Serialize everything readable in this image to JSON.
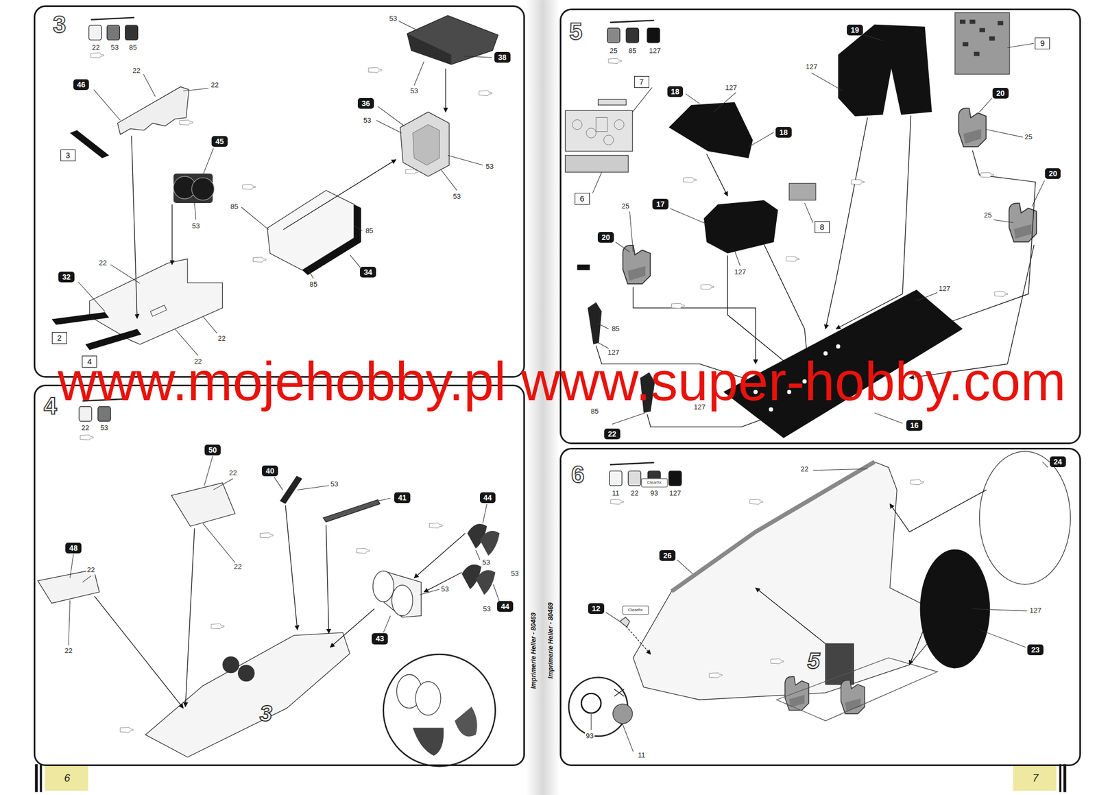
{
  "diagram": {
    "nodes": [
      {
        "text": [
          "3"
        ]
      },
      {
        "text": [
          "46"
        ],
        "in": 0
      },
      {
        "text": [
          "38"
        ],
        "in": 0
      },
      {
        "text": [
          "36"
        ],
        "in": 0
      },
      {
        "text": [
          "45"
        ],
        "in": 0
      },
      {
        "text": [
          "3"
        ],
        "in": 0
      },
      {
        "text": [
          "34"
        ],
        "in": 0
      },
      {
        "text": [
          "32"
        ],
        "in": 0
      },
      {
        "text": [
          "2"
        ],
        "in": 0
      },
      {
        "text": [
          "4"
        ],
        "in": 0
      },
      {
        "text": [
          "4"
        ]
      },
      {
        "text": [
          "50"
        ],
        "in": 10
      },
      {
        "text": [
          "40"
        ],
        "in": 10
      },
      {
        "text": [
          "41"
        ],
        "in": 10
      },
      {
        "text": [
          "44"
        ],
        "in": 10
      },
      {
        "text": [
          "48"
        ],
        "in": 10
      },
      {
        "text": [
          "44"
        ],
        "in": 10
      },
      {
        "text": [
          "43"
        ],
        "in": 10
      },
      {
        "text": [
          "5"
        ]
      },
      {
        "text": [
          "19"
        ],
        "in": 18
      },
      {
        "text": [
          "9"
        ],
        "in": 18
      },
      {
        "text": [
          "7"
        ],
        "in": 18
      },
      {
        "text": [
          "18"
        ],
        "in": 18
      },
      {
        "text": [
          "20"
        ],
        "in": 18
      },
      {
        "text": [
          "18"
        ],
        "in": 18
      },
      {
        "text": [
          "20"
        ],
        "in": 18
      },
      {
        "text": [
          "6"
        ],
        "in": 18
      },
      {
        "text": [
          "17"
        ],
        "in": 18
      },
      {
        "text": [
          "8"
        ],
        "in": 18
      },
      {
        "text": [
          "20"
        ],
        "in": 18
      },
      {
        "text": [
          "22"
        ],
        "in": 18
      },
      {
        "text": [
          "16"
        ],
        "in": 18
      },
      {
        "text": [
          "6"
        ]
      },
      {
        "text": [
          "24"
        ],
        "in": 32
      },
      {
        "text": [
          "26"
        ],
        "in": 32
      },
      {
        "text": [
          "12"
        ],
        "in": 32
      },
      {
        "text": [
          "23"
        ],
        "in": 32
      }
    ],
    "labels": [
      "22",
      "53",
      "85",
      "53",
      "22",
      "22",
      "53",
      "53",
      "53",
      "53",
      "53",
      "85",
      "85",
      "85",
      "22",
      "22",
      "22",
      "22",
      "53",
      "22",
      "53",
      "22",
      "22",
      "22",
      "53",
      "53",
      "53",
      "53",
      "3",
      "25",
      "85",
      "127",
      "127",
      "127",
      "25",
      "25",
      "127",
      "127",
      "25",
      "85",
      "127",
      "85",
      "127",
      "11",
      "22",
      "93",
      "127",
      "22",
      "127",
      "93",
      "11",
      "5",
      "Clearfix",
      "Clearfix",
      "www.mojehobby.pl www.super-hobby.com",
      "Imprimerie Heller - 80469",
      "Imprimerie Heller - 80469",
      "6",
      "7"
    ]
  }
}
